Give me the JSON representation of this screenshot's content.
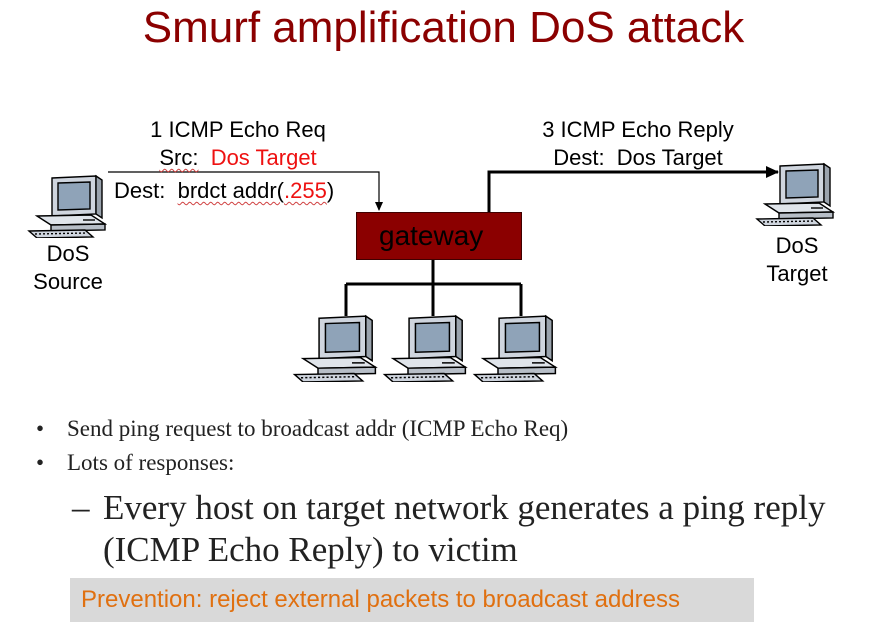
{
  "title": "Smurf amplification DoS attack",
  "step1": {
    "line1": "1 ICMP Echo Req",
    "src_label": "Src:",
    "src_value": "Dos Target",
    "dest_label": "Dest:",
    "dest_value_prefix": "brdct addr(",
    "dest_value_red": ".255",
    "dest_value_suffix": ")"
  },
  "step3": {
    "line1": "3 ICMP Echo Reply",
    "dest_label": "Dest:",
    "dest_value": "Dos Target"
  },
  "gateway_label": "gateway",
  "source_label": [
    "DoS",
    "Source"
  ],
  "target_label": [
    "DoS",
    "Target"
  ],
  "bullets": [
    {
      "marker": "•",
      "text": "Send ping request to broadcast addr (ICMP Echo Req)"
    },
    {
      "marker": "•",
      "text": "Lots of responses:"
    }
  ],
  "sub_bullet": {
    "marker": "–",
    "text": "Every host on target network generates a ping reply (ICMP Echo Reply) to victim"
  },
  "prevention": "Prevention: reject external packets to broadcast address",
  "colors": {
    "title": "#8b0000",
    "gateway": "#8b0000",
    "highlight_red": "#ee1111",
    "prevention_text": "#e07010",
    "prevention_bg": "#d9d9d9"
  },
  "icons": [
    "computer-icon"
  ]
}
